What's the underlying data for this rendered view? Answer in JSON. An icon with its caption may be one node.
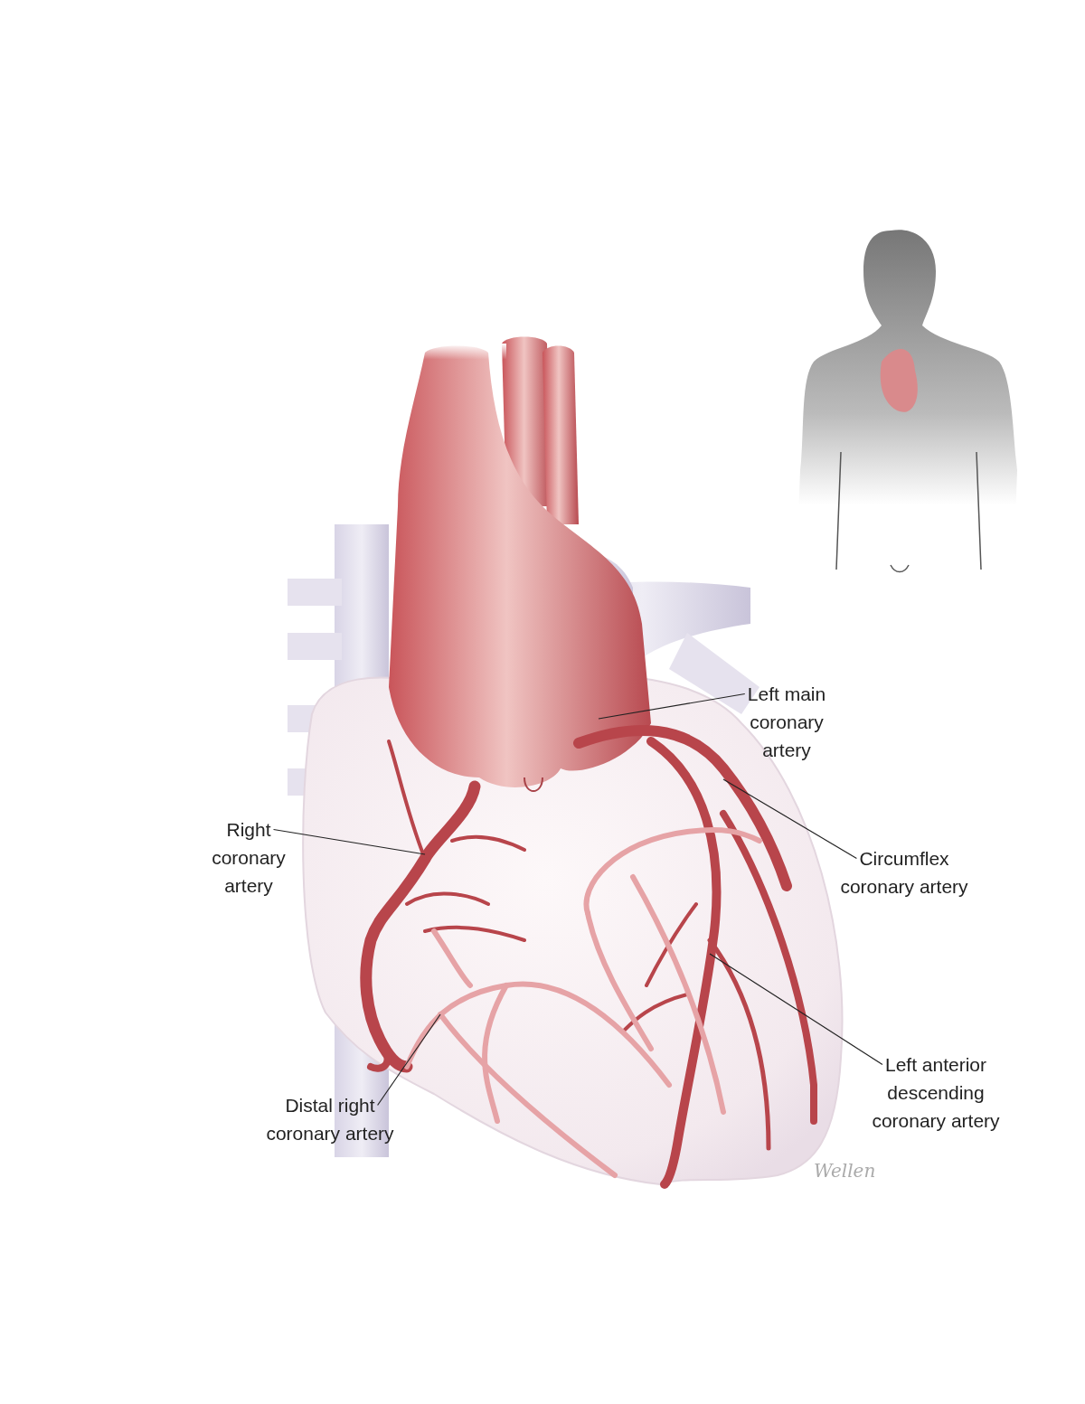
{
  "diagram": {
    "nodes": [
      {
        "text": [
          "Left main coronary artery"
        ]
      },
      {
        "text": [
          "Right coronary artery"
        ]
      },
      {
        "text": [
          "Circumflex coronary artery"
        ]
      },
      {
        "text": [
          "Left anterior descending coronary artery"
        ]
      },
      {
        "text": [
          "Distal right coronary artery"
        ]
      }
    ],
    "edges": [
      {
        "from": 0,
        "to": null,
        "arrow": "none"
      },
      {
        "from": 1,
        "to": null,
        "arrow": "none"
      },
      {
        "from": 2,
        "to": null,
        "arrow": "none"
      },
      {
        "from": 3,
        "to": null,
        "arrow": "none"
      },
      {
        "from": 4,
        "to": null,
        "arrow": "none"
      }
    ],
    "labels": [
      "Wellen"
    ]
  }
}
